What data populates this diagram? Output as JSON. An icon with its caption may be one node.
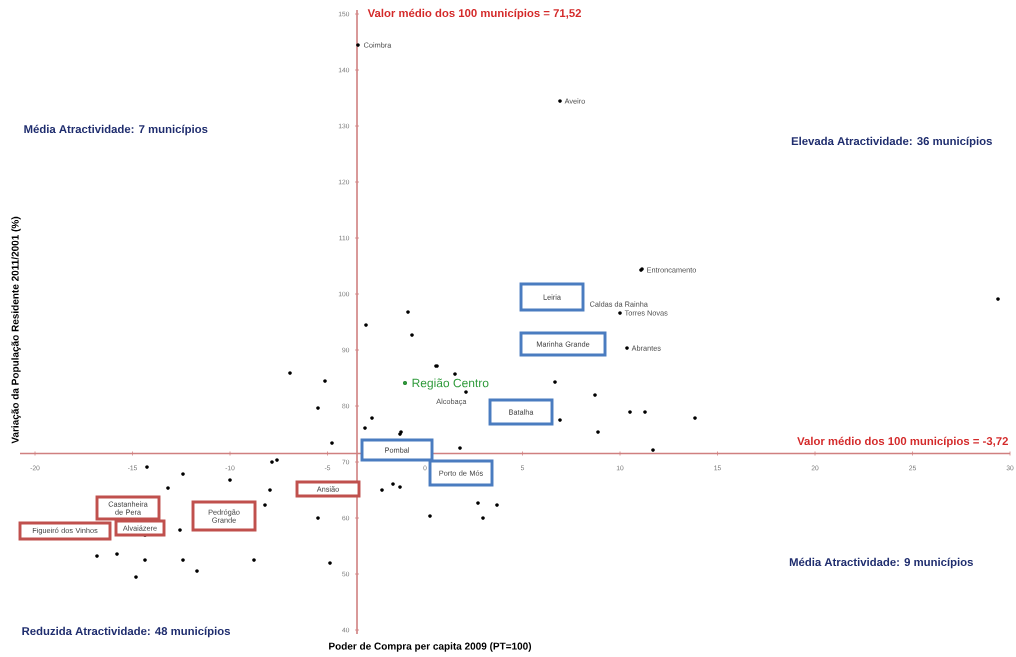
{
  "diagram": {
    "nodes": [
      {
        "text": [
          "Leiria"
        ]
      },
      {
        "text": [
          "Marinha Grande"
        ]
      },
      {
        "text": [
          "Batalha"
        ]
      },
      {
        "text": [
          "Pombal"
        ]
      },
      {
        "text": [
          "Porto de Mós"
        ]
      },
      {
        "text": [
          "Ansião"
        ]
      },
      {
        "text": [
          "Castanheira de Pera"
        ]
      },
      {
        "text": [
          "Pedrógão Grande"
        ]
      },
      {
        "text": [
          "Figueiró dos Vinhos"
        ]
      },
      {
        "text": [
          "Alvaiázere"
        ]
      }
    ],
    "labels": [
      "Valor médio dos 100 municípios = 71,52",
      "Média Atractividade: 7 municípios",
      "Elevada Atractividade: 36 municípios",
      "Valor médio dos 100 municípios = -3,72",
      "Média Atractividade: 9 municípios",
      "Reduzida Atractividade: 48 municípios",
      "Variação da População Residente 2011/2001 (%)",
      "Poder de Compra per capita 2009 (PT=100)",
      "150",
      "140",
      "130",
      "120",
      "110",
      "100",
      "90",
      "80",
      "70",
      "60",
      "50",
      "40",
      "-20",
      "-15",
      "-10",
      "-5",
      "0",
      "5",
      "10",
      "15",
      "20",
      "25",
      "30",
      "Coimbra",
      "Aveiro",
      "Entroncamento",
      "Caldas da Rainha",
      "Torres Novas",
      "Abrantes",
      "Região Centro",
      "Alcobaça"
    ]
  }
}
